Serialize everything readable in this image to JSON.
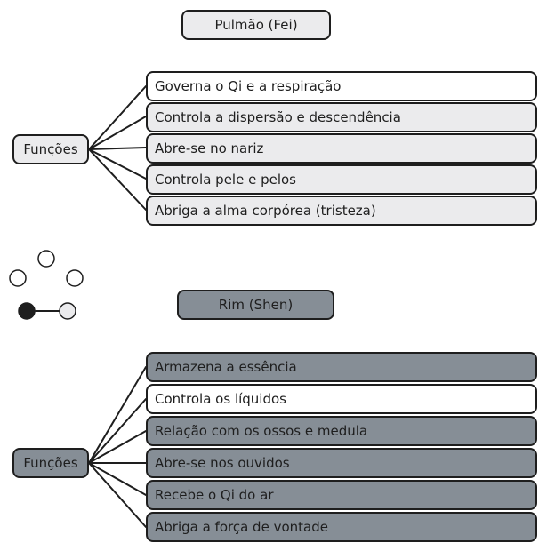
{
  "colors": {
    "stroke": "#1e1e1e",
    "light_fill": "#ebebed",
    "white_fill": "#ffffff",
    "dark_fill": "#868e96"
  },
  "lung": {
    "title": "Pulmão (Fei)",
    "hub": "Funções",
    "items": [
      "Governa o Qi e a respiração",
      "Controla a dispersão e descendência",
      "Abre-se no nariz",
      "Controla pele e pelos",
      "Abriga a alma corpórea (tristeza)"
    ]
  },
  "kidney": {
    "title": "Rim (Shen)",
    "hub": "Funções",
    "items": [
      "Armazena a essência",
      "Controla os líquidos",
      "Relação com os ossos e medula",
      "Abre-se nos ouvidos",
      "Recebe o Qi do ar",
      "Abriga a força de vontade"
    ]
  }
}
